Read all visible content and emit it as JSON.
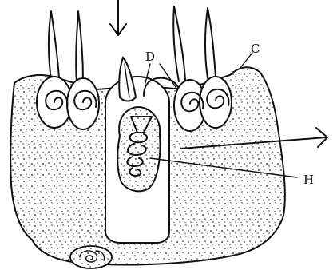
{
  "diagram": {
    "labels": {
      "c": "C",
      "d": "D",
      "h": "H"
    }
  }
}
